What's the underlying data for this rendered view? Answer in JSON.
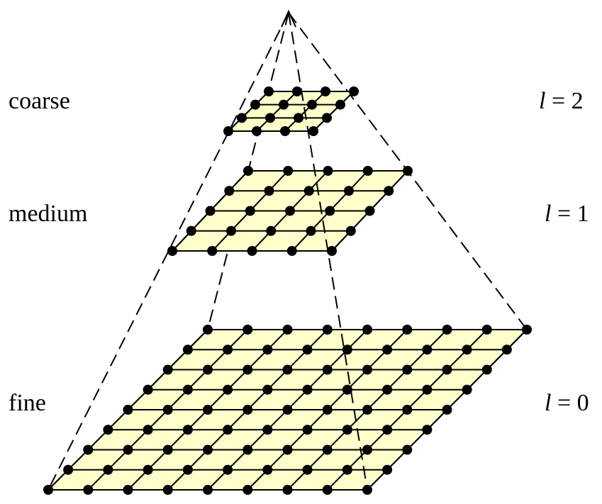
{
  "levels": [
    {
      "name": "coarse",
      "symbol": "l",
      "equals": "=",
      "index": "2",
      "cells": 3
    },
    {
      "name": "medium",
      "symbol": "l",
      "equals": "=",
      "index": "1",
      "cells": 4
    },
    {
      "name": "fine",
      "symbol": "l",
      "equals": "=",
      "index": "0",
      "cells": 8
    }
  ],
  "colors": {
    "grid_fill": "#ffffcc",
    "grid_line": "#000000",
    "node": "#000000",
    "dashed_line": "#000000"
  }
}
